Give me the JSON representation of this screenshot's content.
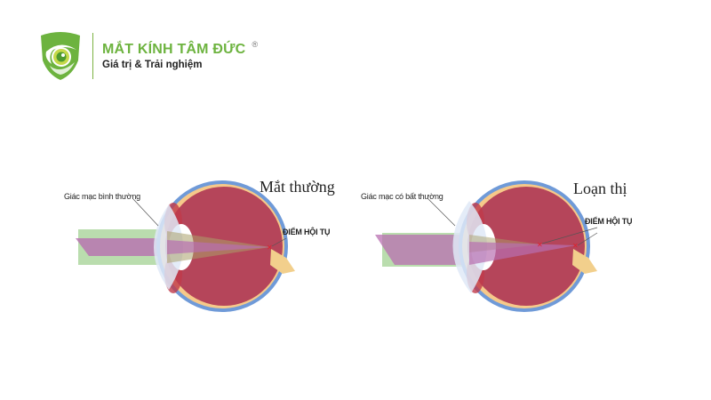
{
  "header": {
    "brand_name": "MẮT KÍNH TÂM ĐỨC",
    "registered_mark": "®",
    "tagline": "Giá trị & Trải nghiệm",
    "brand_color": "#6db33f"
  },
  "diagrams": [
    {
      "title": "Mắt thường",
      "cornea_label": "Giác mạc bình thường",
      "focus_label": "ĐIỂM HỘI TỤ",
      "focus_points": 1
    },
    {
      "title": "Loạn thị",
      "cornea_label": "Giác mạc có bất thường",
      "focus_label": "ĐIỂM HỘI TỤ",
      "focus_points": 2
    }
  ],
  "colors": {
    "eyeball": "#b5455a",
    "sclera_outline": "#5f8fd0",
    "retina": "#f6c98a",
    "optic_nerve": "#f2cf8c",
    "beam_green": "#a9d49a",
    "beam_purple": "#b86fb0",
    "focus_mark": "#e0202a"
  }
}
